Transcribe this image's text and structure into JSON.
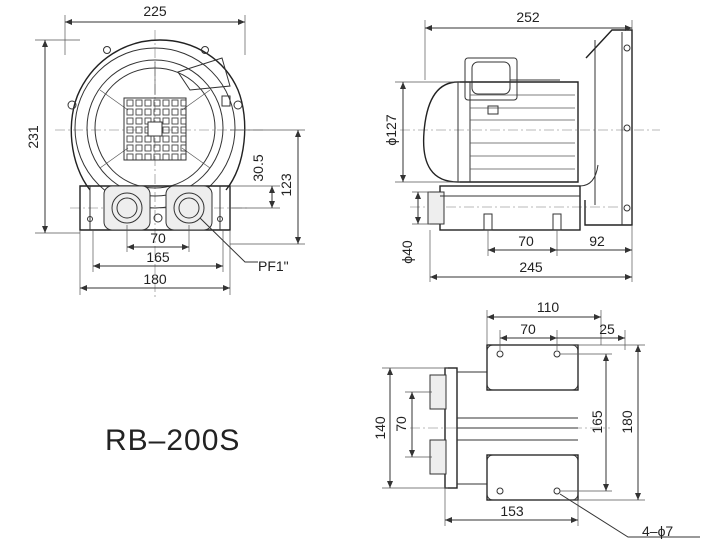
{
  "model": "RB–200S",
  "front_view": {
    "width_top": "225",
    "height_total": "231",
    "outlet_height": "30.5",
    "flange_height": "123",
    "port_spacing": "70",
    "port_span": "165",
    "base_width": "180",
    "port_thread": "PF1\""
  },
  "side_view": {
    "length_total": "252",
    "motor_dia": "ϕ127",
    "base_dia": "ϕ40",
    "foot_spacing": "70",
    "foot_offset": "92",
    "base_length": "245"
  },
  "bottom_view": {
    "width_outer": "110",
    "hole_spacing_x": "70",
    "hole_offset": "25",
    "overall_height": "180",
    "hole_spacing_y": "165",
    "flange_height": "140",
    "port_spacing": "70",
    "base_length": "153",
    "holes": "4–ϕ7"
  }
}
